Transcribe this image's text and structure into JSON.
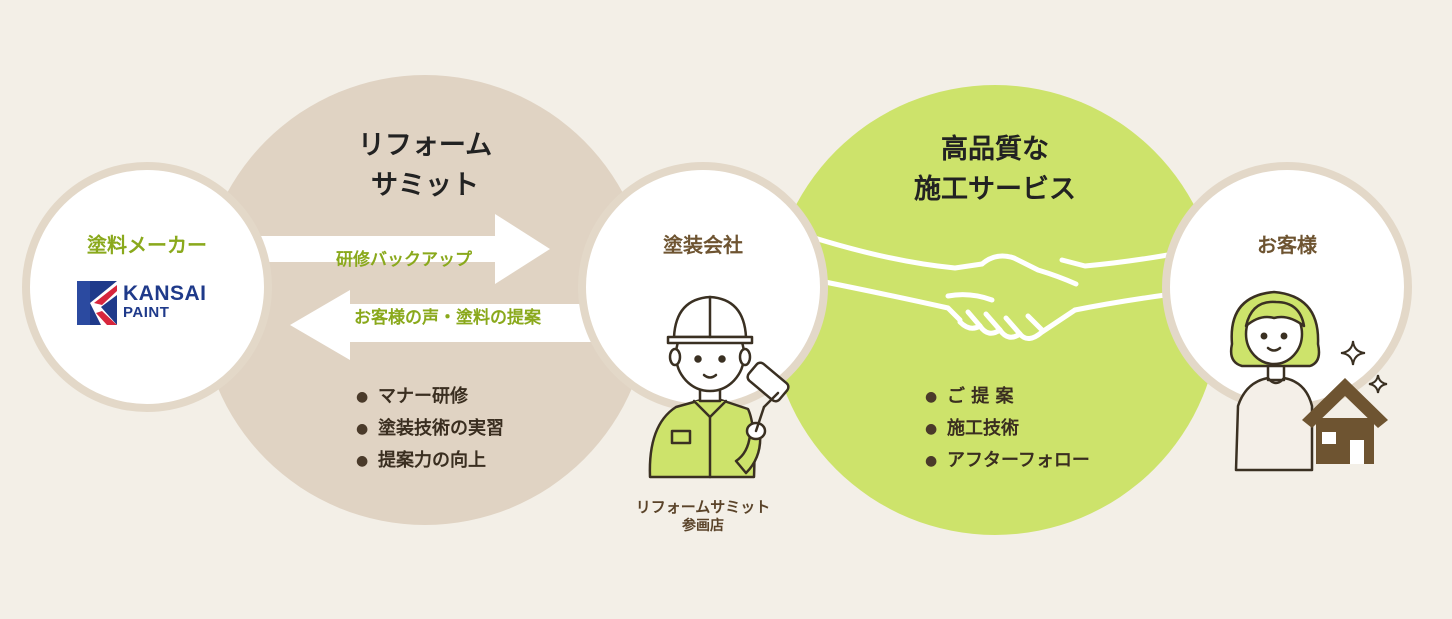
{
  "summit": {
    "title_line1": "リフォーム",
    "title_line2": "サミット",
    "bullets": [
      "マナー研修",
      "塗装技術の実習",
      "提案力の向上"
    ]
  },
  "quality": {
    "title_line1": "高品質な",
    "title_line2": "施工サービス",
    "bullets": [
      "ご 提 案",
      "施工技術",
      "アフターフォロー"
    ]
  },
  "maker": {
    "label": "塗料メーカー",
    "logo_line1": "KANSAI",
    "logo_line2": "PAINT"
  },
  "painter": {
    "label": "塗装会社",
    "caption_line1": "リフォームサミット",
    "caption_line2": "参画店"
  },
  "customer": {
    "label": "お客様"
  },
  "arrows": {
    "to_painter": "研修バックアップ",
    "to_maker": "お客様の声・塗料の提案"
  },
  "colors": {
    "beige": "#e0d3c3",
    "green": "#cde36b",
    "green_text": "#8aa91c",
    "brown": "#6e5431",
    "kansai_red": "#d7263d",
    "kansai_blue": "#1f3a8a"
  },
  "icons": [
    "handshake-icon",
    "painter-illustration",
    "woman-illustration",
    "house-icon",
    "sparkle-icon"
  ]
}
